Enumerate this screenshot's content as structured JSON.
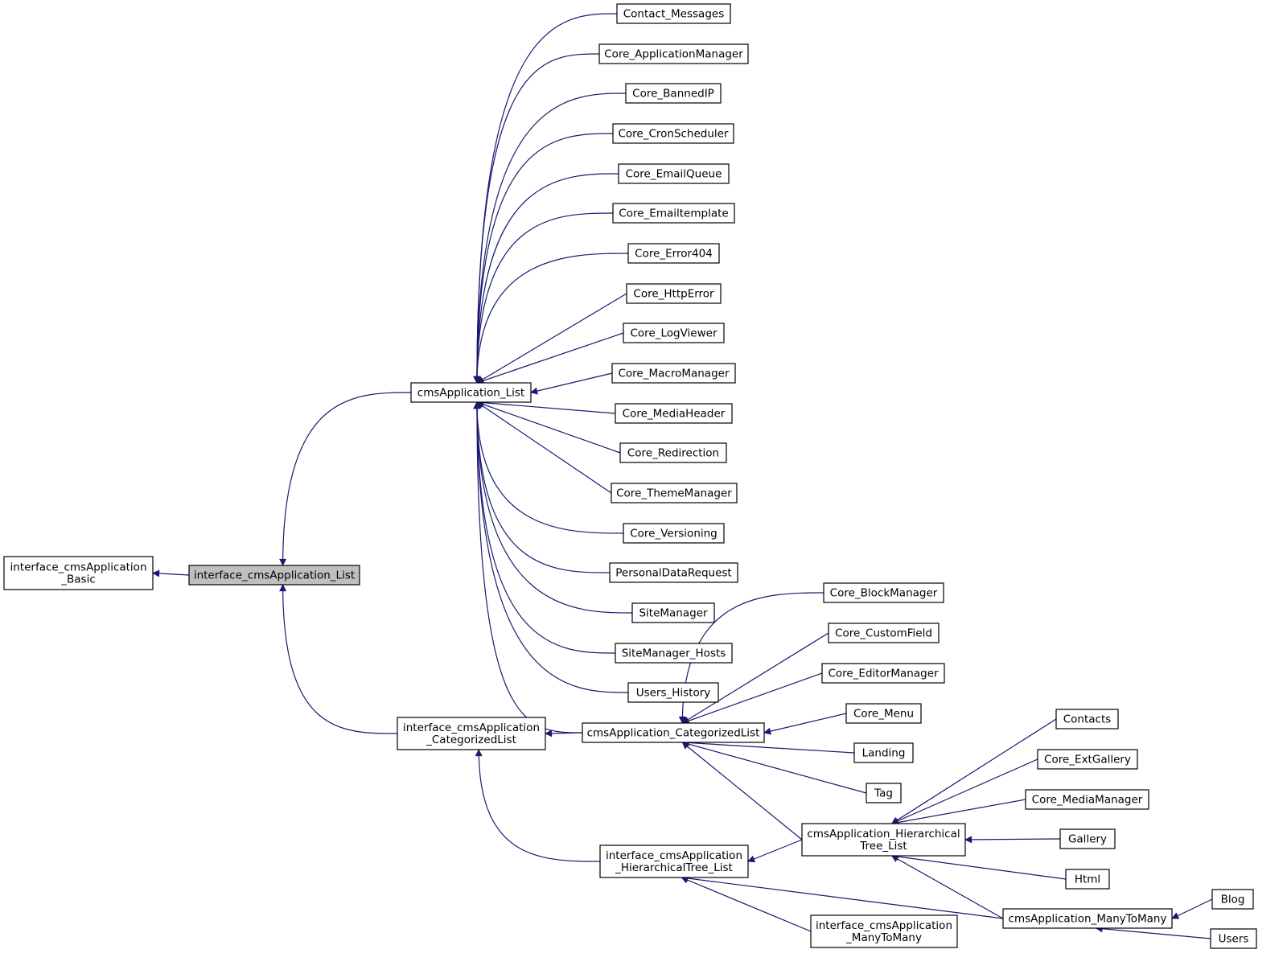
{
  "colors": {
    "edge": "#191970",
    "node_border": "#000000",
    "node_fill": "#ffffff",
    "highlight_fill": "#bfbfbf"
  },
  "nodes": {
    "basic": [
      "interface_cmsApplication",
      "_Basic"
    ],
    "ilist": [
      "interface_cmsApplication_List"
    ],
    "clist": [
      "cmsApplication_List"
    ],
    "icat": [
      "interface_cmsApplication",
      "_CategorizedList"
    ],
    "ccat": [
      "cmsApplication_CategorizedList"
    ],
    "ihier": [
      "interface_cmsApplication",
      "_HierarchicalTree_List"
    ],
    "chier": [
      "cmsApplication_Hierarchical",
      "Tree_List"
    ],
    "imtm": [
      "interface_cmsApplication",
      "_ManyToMany"
    ],
    "cmtm": [
      "cmsApplication_ManyToMany"
    ],
    "contact_messages": [
      "Contact_Messages"
    ],
    "core_appmgr": [
      "Core_ApplicationManager"
    ],
    "core_bannedip": [
      "Core_BannedIP"
    ],
    "core_cron": [
      "Core_CronScheduler"
    ],
    "core_emailqueue": [
      "Core_EmailQueue"
    ],
    "core_emailtemplate": [
      "Core_Emailtemplate"
    ],
    "core_error404": [
      "Core_Error404"
    ],
    "core_httperror": [
      "Core_HttpError"
    ],
    "core_logviewer": [
      "Core_LogViewer"
    ],
    "core_macromgr": [
      "Core_MacroManager"
    ],
    "core_mediaheader": [
      "Core_MediaHeader"
    ],
    "core_redirection": [
      "Core_Redirection"
    ],
    "core_thememgr": [
      "Core_ThemeManager"
    ],
    "core_versioning": [
      "Core_Versioning"
    ],
    "personaldatarequest": [
      "PersonalDataRequest"
    ],
    "sitemanager": [
      "SiteManager"
    ],
    "sitemanager_hosts": [
      "SiteManager_Hosts"
    ],
    "users_history": [
      "Users_History"
    ],
    "core_blockmgr": [
      "Core_BlockManager"
    ],
    "core_customfield": [
      "Core_CustomField"
    ],
    "core_editormgr": [
      "Core_EditorManager"
    ],
    "core_menu": [
      "Core_Menu"
    ],
    "landing": [
      "Landing"
    ],
    "tag": [
      "Tag"
    ],
    "contacts": [
      "Contacts"
    ],
    "core_extgallery": [
      "Core_ExtGallery"
    ],
    "core_mediamgr": [
      "Core_MediaManager"
    ],
    "gallery": [
      "Gallery"
    ],
    "html": [
      "Html"
    ],
    "blog": [
      "Blog"
    ],
    "users": [
      "Users"
    ]
  },
  "edges": [
    [
      "ilist",
      "basic"
    ],
    [
      "clist",
      "ilist"
    ],
    [
      "icat",
      "ilist"
    ],
    [
      "contact_messages",
      "clist"
    ],
    [
      "core_appmgr",
      "clist"
    ],
    [
      "core_bannedip",
      "clist"
    ],
    [
      "core_cron",
      "clist"
    ],
    [
      "core_emailqueue",
      "clist"
    ],
    [
      "core_emailtemplate",
      "clist"
    ],
    [
      "core_error404",
      "clist"
    ],
    [
      "core_httperror",
      "clist"
    ],
    [
      "core_logviewer",
      "clist"
    ],
    [
      "core_macromgr",
      "clist"
    ],
    [
      "core_mediaheader",
      "clist"
    ],
    [
      "core_redirection",
      "clist"
    ],
    [
      "core_thememgr",
      "clist"
    ],
    [
      "core_versioning",
      "clist"
    ],
    [
      "personaldatarequest",
      "clist"
    ],
    [
      "sitemanager",
      "clist"
    ],
    [
      "sitemanager_hosts",
      "clist"
    ],
    [
      "users_history",
      "clist"
    ],
    [
      "ccat",
      "clist"
    ],
    [
      "ccat",
      "icat"
    ],
    [
      "ihier",
      "icat"
    ],
    [
      "core_blockmgr",
      "ccat"
    ],
    [
      "core_customfield",
      "ccat"
    ],
    [
      "core_editormgr",
      "ccat"
    ],
    [
      "core_menu",
      "ccat"
    ],
    [
      "landing",
      "ccat"
    ],
    [
      "tag",
      "ccat"
    ],
    [
      "chier",
      "ccat"
    ],
    [
      "chier",
      "ihier"
    ],
    [
      "imtm",
      "ihier"
    ],
    [
      "cmtm",
      "ihier"
    ],
    [
      "contacts",
      "chier"
    ],
    [
      "core_extgallery",
      "chier"
    ],
    [
      "core_mediamgr",
      "chier"
    ],
    [
      "gallery",
      "chier"
    ],
    [
      "html",
      "chier"
    ],
    [
      "cmtm",
      "chier"
    ],
    [
      "blog",
      "cmtm"
    ],
    [
      "users",
      "cmtm"
    ]
  ]
}
